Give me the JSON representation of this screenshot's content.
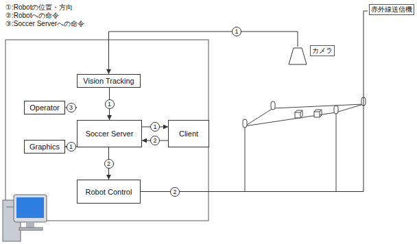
{
  "diagram": {
    "nodes": [
      {
        "text": [
          "赤外線送信機"
        ]
      },
      {
        "text": [
          "カメラ"
        ]
      },
      {
        "text": [
          "Vision Tracking"
        ]
      },
      {
        "text": [
          "Operator"
        ]
      },
      {
        "text": [
          "Soccer Server"
        ]
      },
      {
        "text": [
          "Client"
        ]
      },
      {
        "text": [
          "Graphics"
        ]
      },
      {
        "text": [
          "Robot Control"
        ]
      }
    ],
    "edges": [
      {
        "from": 1,
        "to": 2,
        "label": "1",
        "arrow": "to"
      },
      {
        "from": 2,
        "to": 4,
        "label": "1",
        "arrow": "to"
      },
      {
        "from": 3,
        "to": 4,
        "label": "3",
        "arrow": "to"
      },
      {
        "from": 4,
        "to": 5,
        "label": "1",
        "arrow": "to"
      },
      {
        "from": 5,
        "to": 4,
        "label": "2",
        "arrow": "to"
      },
      {
        "from": 4,
        "to": 6,
        "label": "1",
        "arrow": "to"
      },
      {
        "from": 4,
        "to": 7,
        "label": "2",
        "arrow": "to"
      },
      {
        "from": 7,
        "to": 0,
        "label": "2",
        "arrow": "none"
      }
    ],
    "labels": [
      "①:Robotの位置・方向",
      "②:Robotへの命令",
      "③:Soccer Serverへの命令"
    ]
  }
}
